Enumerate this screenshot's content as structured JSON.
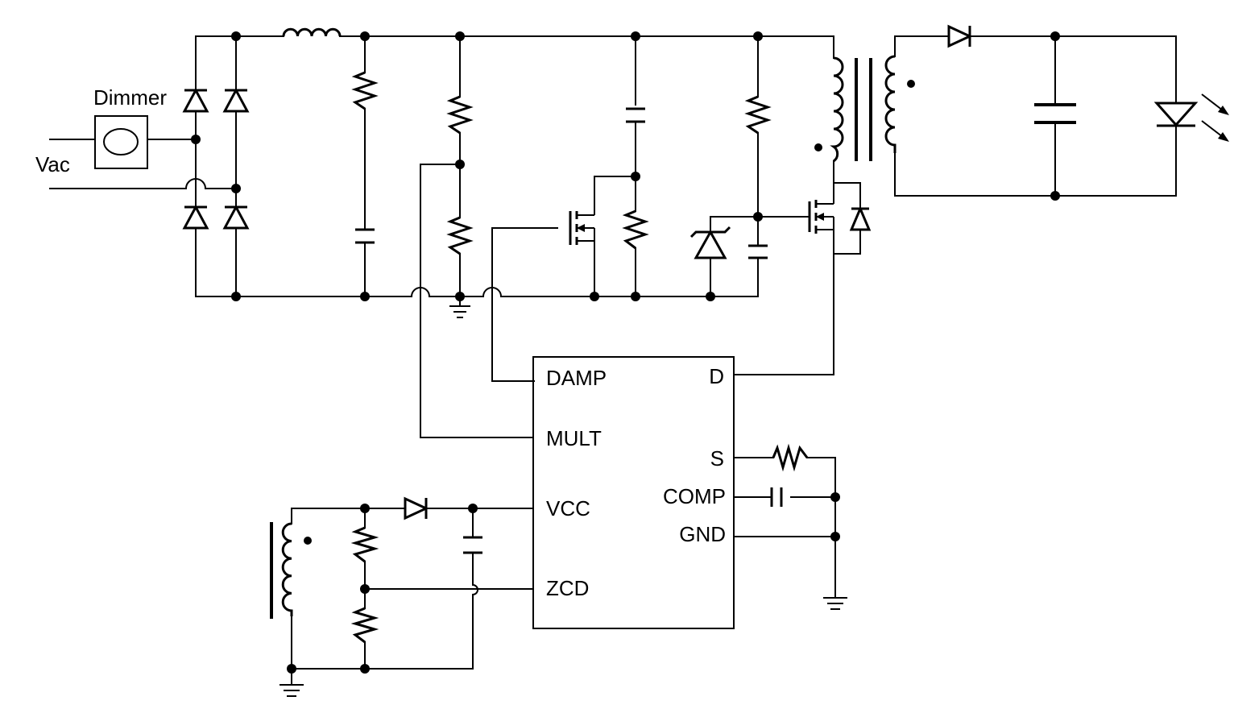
{
  "labels": {
    "dimmer": "Dimmer",
    "vac": "Vac"
  },
  "ic": {
    "pins_left": {
      "damp": "DAMP",
      "mult": "MULT",
      "vcc": "VCC",
      "zcd": "ZCD"
    },
    "pins_right": {
      "d": "D",
      "s": "S",
      "comp": "COMP",
      "gnd": "GND"
    }
  }
}
